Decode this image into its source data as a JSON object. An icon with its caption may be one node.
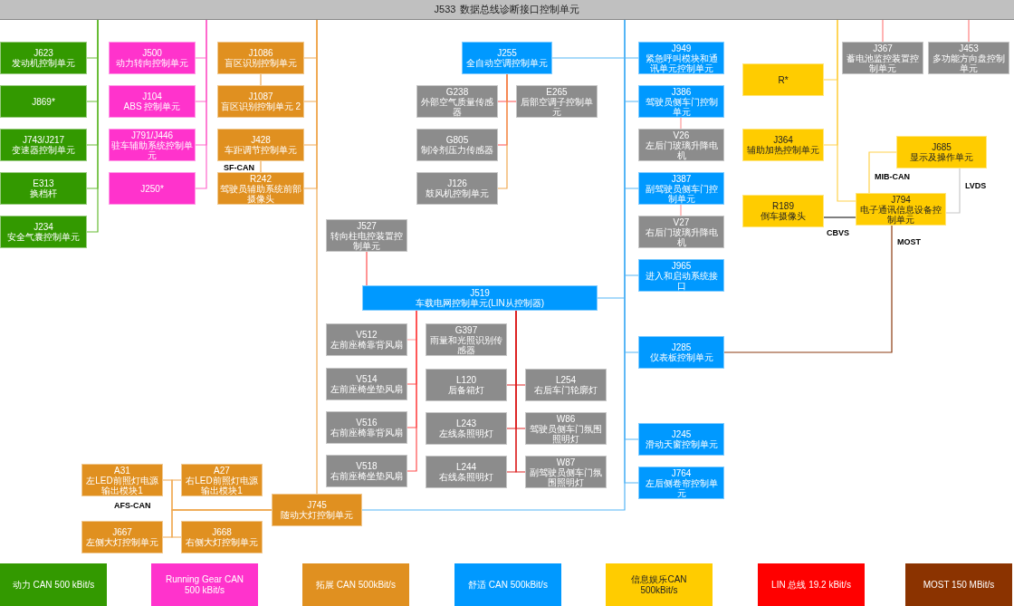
{
  "diagram": {
    "nodes": [
      {
        "text": [
          "J533",
          "数据总线诊断接口控制单元"
        ]
      },
      {
        "text": [
          "J623",
          "发动机控制单元"
        ]
      },
      {
        "text": [
          "J869*"
        ]
      },
      {
        "text": [
          "J743/J217",
          "变速器控制单元"
        ]
      },
      {
        "text": [
          "E313",
          "换档杆"
        ]
      },
      {
        "text": [
          "J234",
          "安全气囊控制单元"
        ]
      },
      {
        "text": [
          "J500",
          "动力转向控制单元"
        ]
      },
      {
        "text": [
          "J104",
          "ABS 控制单元"
        ]
      },
      {
        "text": [
          "J791/J446",
          "驻车辅助系统控制单元"
        ]
      },
      {
        "text": [
          "J250*"
        ]
      },
      {
        "text": [
          "J1086",
          "盲区识别控制单元"
        ]
      },
      {
        "text": [
          "J1087",
          "盲区识别控制单元 2"
        ]
      },
      {
        "text": [
          "J428",
          "车距调节控制单元"
        ]
      },
      {
        "text": [
          "R242",
          "驾驶员辅助系统前部摄像头"
        ]
      },
      {
        "text": [
          "J255",
          "全自动空调控制单元"
        ]
      },
      {
        "text": [
          "G238",
          "外部空气质量传感器"
        ]
      },
      {
        "text": [
          "E265",
          "后部空调子控制单元"
        ]
      },
      {
        "text": [
          "G805",
          "制冷剂压力传感器"
        ]
      },
      {
        "text": [
          "J126",
          "鼓风机控制单元"
        ]
      },
      {
        "text": [
          "J527",
          "转向柱电控装置控制单元"
        ]
      },
      {
        "text": [
          "J519",
          "车载电网控制单元(LIN从控制器)"
        ]
      },
      {
        "text": [
          "V512",
          "左前座椅靠背风扇"
        ]
      },
      {
        "text": [
          "G397",
          "雨量和光照识别传感器"
        ]
      },
      {
        "text": [
          "V514",
          "左前座椅坐垫风扇"
        ]
      },
      {
        "text": [
          "L120",
          "后备箱灯"
        ]
      },
      {
        "text": [
          "L254",
          "右后车门轮廓灯"
        ]
      },
      {
        "text": [
          "V516",
          "右前座椅靠背风扇"
        ]
      },
      {
        "text": [
          "L243",
          "左线条照明灯"
        ]
      },
      {
        "text": [
          "W86",
          "驾驶员侧车门氛围照明灯"
        ]
      },
      {
        "text": [
          "V518",
          "右前座椅坐垫风扇"
        ]
      },
      {
        "text": [
          "L244",
          "右线条照明灯"
        ]
      },
      {
        "text": [
          "W87",
          "副驾驶员侧车门氛围照明灯"
        ]
      },
      {
        "text": [
          "J949",
          "紧急呼叫模块和通讯单元控制单元"
        ]
      },
      {
        "text": [
          "J386",
          "驾驶员侧车门控制单元"
        ]
      },
      {
        "text": [
          "V26",
          "左后门玻璃升降电机"
        ]
      },
      {
        "text": [
          "J387",
          "副驾驶员侧车门控制单元"
        ]
      },
      {
        "text": [
          "V27",
          "右后门玻璃升降电机"
        ]
      },
      {
        "text": [
          "J965",
          "进入和启动系统接口"
        ]
      },
      {
        "text": [
          "J285",
          "仪表板控制单元"
        ]
      },
      {
        "text": [
          "J245",
          "滑动天窗控制单元"
        ]
      },
      {
        "text": [
          "J764",
          "左后侧卷帘控制单元"
        ]
      },
      {
        "text": [
          "J367",
          "蓄电池监控装置控制单元"
        ]
      },
      {
        "text": [
          "J453",
          "多功能方向盘控制单元"
        ]
      },
      {
        "text": [
          "R*"
        ]
      },
      {
        "text": [
          "J364",
          "辅助加热控制单元"
        ]
      },
      {
        "text": [
          "J685",
          "显示及操作单元"
        ]
      },
      {
        "text": [
          "R189",
          "倒车摄像头"
        ]
      },
      {
        "text": [
          "J794",
          "电子通讯信息设备控制单元"
        ]
      },
      {
        "text": [
          "A31",
          "左LED前照灯电源输出模块1"
        ]
      },
      {
        "text": [
          "A27",
          "右LED前照灯电源输出模块1"
        ]
      },
      {
        "text": [
          "J667",
          "左侧大灯控制单元"
        ]
      },
      {
        "text": [
          "J668",
          "右侧大灯控制单元"
        ]
      },
      {
        "text": [
          "J745",
          "随动大灯控制单元"
        ]
      }
    ],
    "edges": [
      {
        "from": 1,
        "to": 0,
        "arrow": "none",
        "color": "#66bb33"
      },
      {
        "from": 2,
        "to": 0,
        "arrow": "none",
        "color": "#66bb33"
      },
      {
        "from": 3,
        "to": 0,
        "arrow": "none",
        "color": "#66bb33"
      },
      {
        "from": 4,
        "to": 0,
        "arrow": "none",
        "color": "#66bb33"
      },
      {
        "from": 5,
        "to": 0,
        "arrow": "none",
        "color": "#66bb33"
      },
      {
        "from": 6,
        "to": 0,
        "arrow": "none",
        "color": "#ff66cc"
      },
      {
        "from": 7,
        "to": 0,
        "arrow": "none",
        "color": "#ff66cc"
      },
      {
        "from": 8,
        "to": 0,
        "arrow": "none",
        "color": "#ff66cc"
      },
      {
        "from": 9,
        "to": 0,
        "arrow": "none",
        "color": "#ff66cc"
      },
      {
        "from": 10,
        "to": 0,
        "arrow": "none",
        "color": "#f0a850"
      },
      {
        "from": 10,
        "to": 11,
        "arrow": "none",
        "color": "#f0a850"
      },
      {
        "from": 11,
        "to": 0,
        "arrow": "none",
        "color": "#f0a850"
      },
      {
        "from": 12,
        "to": 0,
        "arrow": "none",
        "color": "#f0a850"
      },
      {
        "from": 12,
        "to": 13,
        "label": "SF-CAN",
        "arrow": "none",
        "color": "#f0a850"
      },
      {
        "from": 13,
        "to": 0,
        "arrow": "none",
        "color": "#f0a850"
      },
      {
        "from": 52,
        "to": 0,
        "arrow": "none",
        "color": "#f0a850"
      },
      {
        "from": 52,
        "to": 0,
        "arrow": "none",
        "color": "#55b5f5"
      },
      {
        "from": 48,
        "to": 52,
        "arrow": "none",
        "color": "#f0a850"
      },
      {
        "from": 49,
        "to": 52,
        "arrow": "none",
        "color": "#f0a850"
      },
      {
        "from": 50,
        "to": 52,
        "label": "AFS-CAN",
        "arrow": "none",
        "color": "#f0a850"
      },
      {
        "from": 51,
        "to": 52,
        "arrow": "none",
        "color": "#f0a850"
      },
      {
        "from": 14,
        "to": 0,
        "arrow": "none",
        "color": "#55b5f5"
      },
      {
        "from": 32,
        "to": 0,
        "arrow": "none",
        "color": "#55b5f5"
      },
      {
        "from": 33,
        "to": 0,
        "arrow": "none",
        "color": "#55b5f5"
      },
      {
        "from": 35,
        "to": 0,
        "arrow": "none",
        "color": "#55b5f5"
      },
      {
        "from": 37,
        "to": 0,
        "arrow": "none",
        "color": "#55b5f5"
      },
      {
        "from": 20,
        "to": 0,
        "arrow": "none",
        "color": "#55b5f5"
      },
      {
        "from": 38,
        "to": 0,
        "arrow": "none",
        "color": "#55b5f5"
      },
      {
        "from": 39,
        "to": 0,
        "arrow": "none",
        "color": "#55b5f5"
      },
      {
        "from": 40,
        "to": 0,
        "arrow": "none",
        "color": "#55b5f5"
      },
      {
        "from": 15,
        "to": 14,
        "arrow": "none",
        "color": "#ff4d4d"
      },
      {
        "from": 16,
        "to": 14,
        "arrow": "none",
        "color": "#ff4d4d"
      },
      {
        "from": 17,
        "to": 14,
        "arrow": "none",
        "color": "#ff4d4d"
      },
      {
        "from": 18,
        "to": 14,
        "arrow": "none",
        "color": "#f0a850"
      },
      {
        "from": 34,
        "to": 33,
        "arrow": "none",
        "color": "#ff9999"
      },
      {
        "from": 36,
        "to": 35,
        "arrow": "none",
        "color": "#ff9999"
      },
      {
        "from": 19,
        "to": 20,
        "arrow": "none",
        "color": "#ff4d4d"
      },
      {
        "from": 21,
        "to": 20,
        "arrow": "none",
        "color": "#ff9999"
      },
      {
        "from": 23,
        "to": 20,
        "arrow": "none",
        "color": "#ff4d4d"
      },
      {
        "from": 26,
        "to": 20,
        "arrow": "none",
        "color": "#ff4d4d"
      },
      {
        "from": 29,
        "to": 20,
        "arrow": "none",
        "color": "#ff4d4d"
      },
      {
        "from": 24,
        "to": 20,
        "arrow": "none",
        "color": "#dd2222"
      },
      {
        "from": 25,
        "to": 20,
        "arrow": "none",
        "color": "#dd2222"
      },
      {
        "from": 27,
        "to": 20,
        "arrow": "none",
        "color": "#dd2222"
      },
      {
        "from": 28,
        "to": 20,
        "arrow": "none",
        "color": "#dd2222"
      },
      {
        "from": 30,
        "to": 20,
        "arrow": "none",
        "color": "#dd2222"
      },
      {
        "from": 31,
        "to": 20,
        "arrow": "none",
        "color": "#dd2222"
      },
      {
        "from": 41,
        "to": 0,
        "arrow": "none",
        "color": "#ff8080"
      },
      {
        "from": 42,
        "to": 0,
        "arrow": "none",
        "color": "#ff8080"
      },
      {
        "from": 43,
        "to": 0,
        "arrow": "none",
        "color": "#ffd24d"
      },
      {
        "from": 44,
        "to": 0,
        "arrow": "none",
        "color": "#ffd24d"
      },
      {
        "from": 47,
        "to": 0,
        "arrow": "none",
        "color": "#ffd24d"
      },
      {
        "from": 45,
        "to": 47,
        "label": "MIB-CAN",
        "arrow": "none",
        "color": "#ffd24d"
      },
      {
        "from": 45,
        "to": 47,
        "label": "LVDS",
        "arrow": "none",
        "color": "#c8c8c8"
      },
      {
        "from": 46,
        "to": 47,
        "label": "CBVS",
        "arrow": "none",
        "color": "#000000"
      },
      {
        "from": 47,
        "to": 38,
        "label": "MOST",
        "arrow": "none",
        "color": "#8b3a10"
      }
    ],
    "legend": [
      {
        "text": "动力 CAN 500 kBit/s",
        "color": "#339900"
      },
      {
        "text": "Running Gear CAN 500 kBit/s",
        "color": "#ff33cc"
      },
      {
        "text": "拓展 CAN 500kBit/s",
        "color": "#e09020"
      },
      {
        "text": "舒适 CAN 500kBit/s",
        "color": "#0099ff"
      },
      {
        "text": "信息娱乐CAN 500kBit/s",
        "color": "#ffcc00"
      },
      {
        "text": "LIN 总线 19.2 kBit/s",
        "color": "#ff0000"
      },
      {
        "text": "MOST 150 MBit/s",
        "color": "#8b3300"
      }
    ]
  }
}
